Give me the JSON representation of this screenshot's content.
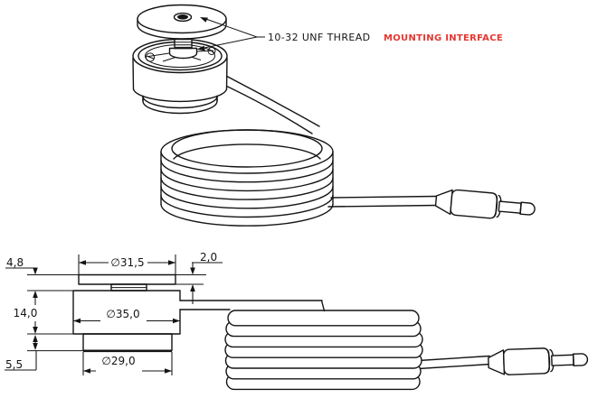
{
  "drawing": {
    "callouts": {
      "thread": "10-32 UNF THREAD",
      "mounting_interface": "MOUNTING INTERFACE"
    },
    "colors": {
      "line": "#141414",
      "mounting_highlight": "#e53731"
    },
    "dimensions": {
      "cap_height": "4,8",
      "cap_diameter": "∅31,5",
      "cap_plate_thickness": "2,0",
      "body_height": "14,0",
      "body_diameter": "∅35,0",
      "base_height": "5,5",
      "base_diameter": "∅29,0"
    }
  }
}
